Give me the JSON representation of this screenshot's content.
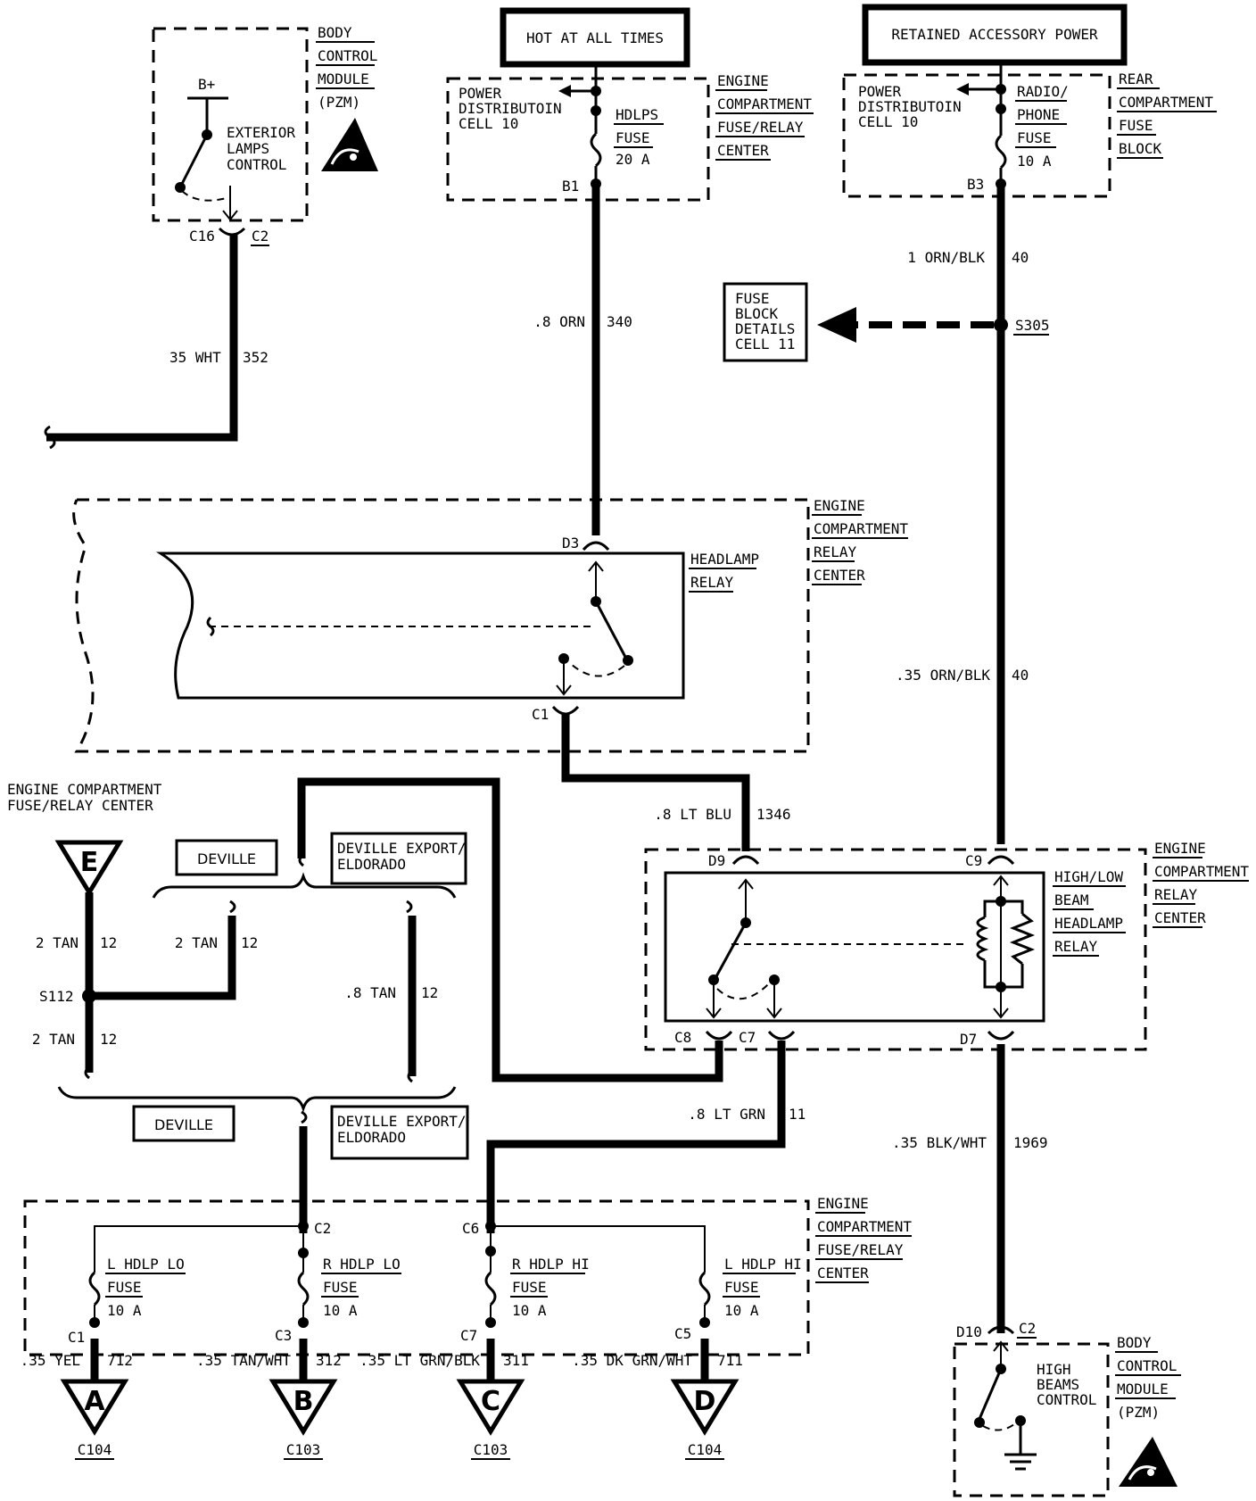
{
  "power_sources": {
    "hot_at_all_times": "HOT AT ALL TIMES",
    "retained_accessory": "RETAINED ACCESSORY POWER"
  },
  "modules": {
    "bcm_top": [
      "BODY",
      "CONTROL",
      "MODULE",
      "(PZM)"
    ],
    "bcm_bottom": [
      "BODY",
      "CONTROL",
      "MODULE",
      "(PZM)"
    ],
    "ecfrc_top": [
      "ENGINE",
      "COMPARTMENT",
      "FUSE/RELAY",
      "CENTER"
    ],
    "rcfb": [
      "REAR",
      "COMPARTMENT",
      "FUSE",
      "BLOCK"
    ],
    "ecrc_headlamp": [
      "ENGINE",
      "COMPARTMENT",
      "RELAY",
      "CENTER"
    ],
    "ecrc_hilo": [
      "ENGINE",
      "COMPARTMENT",
      "RELAY",
      "CENTER"
    ],
    "ecfrc_bottom": [
      "ENGINE",
      "COMPARTMENT",
      "FUSE/RELAY",
      "CENTER"
    ],
    "ecfrc_ground": [
      "ENGINE COMPARTMENT",
      "FUSE/RELAY CENTER"
    ]
  },
  "components": {
    "b_plus": "B+",
    "exterior_lamps": [
      "EXTERIOR",
      "LAMPS",
      "CONTROL"
    ],
    "pd_cell_1": [
      "POWER",
      "DISTRIBUTOIN",
      "CELL  10"
    ],
    "pd_cell_2": [
      "POWER",
      "DISTRIBUTOIN",
      "CELL  10"
    ],
    "hdlps_fuse": [
      "HDLPS",
      "FUSE",
      "20 A"
    ],
    "radio_fuse": [
      "RADIO/",
      "PHONE",
      "FUSE",
      "10 A"
    ],
    "fuse_block_details": [
      "FUSE",
      "BLOCK",
      "DETAILS",
      "CELL  11"
    ],
    "headlamp_relay": [
      "HEADLAMP",
      "RELAY"
    ],
    "hilo_relay": [
      "HIGH/LOW",
      "BEAM",
      "HEADLAMP",
      "RELAY"
    ],
    "high_beams_control": [
      "HIGH",
      "BEAMS",
      "CONTROL"
    ],
    "deville_1": "DEVILLE",
    "deville_export_1": [
      "DEVILLE  EXPORT/",
      "ELDORADO"
    ],
    "deville_2": "DEVILLE",
    "deville_export_2": [
      "DEVILLE  EXPORT/",
      "ELDORADO"
    ],
    "fuse_l_lo": [
      "L  HDLP  LO",
      "FUSE",
      "10 A"
    ],
    "fuse_r_lo": [
      "R  HDLP  LO",
      "FUSE",
      "10 A"
    ],
    "fuse_r_hi": [
      "R  HDLP  HI",
      "FUSE",
      "10 A"
    ],
    "fuse_l_hi": [
      "L  HDLP  HI",
      "FUSE",
      "10 A"
    ]
  },
  "connectors": {
    "c16": "C16",
    "c2_top": "C2",
    "b1": "B1",
    "b3": "B3",
    "s305": "S305",
    "d3": "D3",
    "c1_relay": "C1",
    "d9": "D9",
    "c9": "C9",
    "c8": "C8",
    "c7_relay": "C7",
    "d7": "D7",
    "s112": "S112",
    "c2_fuse": "C2",
    "c6": "C6",
    "c1": "C1",
    "c3": "C3",
    "c7": "C7",
    "c5": "C5",
    "d10": "D10",
    "c2_bcm": "C2"
  },
  "wires": {
    "w352": {
      "gauge": "35  WHT",
      "circuit": "352"
    },
    "w340": {
      "gauge": ".8  ORN",
      "circuit": "340"
    },
    "w40a": {
      "gauge": "1  ORN/BLK",
      "circuit": "40"
    },
    "w40b": {
      "gauge": ".35  ORN/BLK",
      "circuit": "40"
    },
    "w1346": {
      "gauge": ".8  LT  BLU",
      "circuit": "1346"
    },
    "w12a": {
      "gauge": "2  TAN",
      "circuit": "12"
    },
    "w12b": {
      "gauge": "2  TAN",
      "circuit": "12"
    },
    "w12c": {
      "gauge": ".8  TAN",
      "circuit": "12"
    },
    "w12d": {
      "gauge": "2  TAN",
      "circuit": "12"
    },
    "w11": {
      "gauge": ".8 LT  GRN",
      "circuit": "11"
    },
    "w1969": {
      "gauge": ".35  BLK/WHT",
      "circuit": "1969"
    },
    "w712": {
      "gauge": ".35  YEL",
      "circuit": "712"
    },
    "w312": {
      "gauge": ".35  TAN/WHT",
      "circuit": "312"
    },
    "w311": {
      "gauge": ".35  LT  GRN/BLK",
      "circuit": "311"
    },
    "w711": {
      "gauge": ".35  DK  GRN/WHT",
      "circuit": "711"
    }
  },
  "grounds": {
    "e": {
      "letter": "E"
    },
    "a": {
      "letter": "A",
      "conn": "C104"
    },
    "b": {
      "letter": "B",
      "conn": "C103"
    },
    "c": {
      "letter": "C",
      "conn": "C103"
    },
    "d": {
      "letter": "D",
      "conn": "C104"
    }
  },
  "icons": [
    "esd-sensitive-icon",
    "ground-symbol-icon",
    "fuse-icon",
    "coil-icon"
  ]
}
